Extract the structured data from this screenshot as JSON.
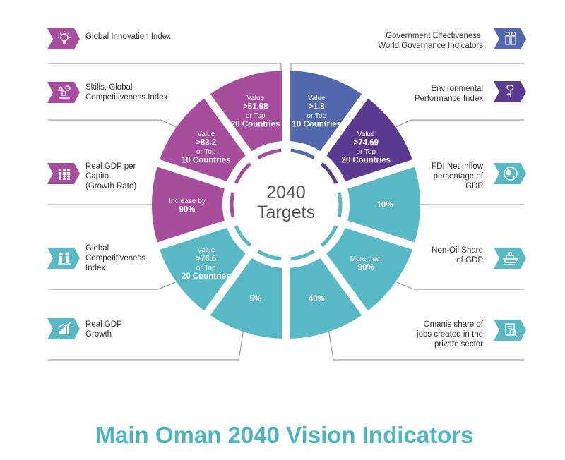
{
  "colors": {
    "teal": "#58b8c4",
    "magenta": "#a74d9d",
    "blue": "#5468ae",
    "purple": "#5b3a8f",
    "label_text": "#333333",
    "title": "#4db5c0",
    "leader": "#8a8a8a"
  },
  "center": {
    "line1": "2040",
    "line2": "Targets"
  },
  "title": "Main Oman 2040 Vision Indicators",
  "segments": [
    {
      "id": "gov-effectiveness",
      "color": "#5468ae",
      "lines": [
        "Value",
        ">1.8",
        "or Top",
        "10 Countries"
      ],
      "bold": [
        false,
        true,
        false,
        true
      ]
    },
    {
      "id": "environmental",
      "color": "#5b3a8f",
      "lines": [
        "Value",
        ">74.69",
        "or Top",
        "20 Countries"
      ],
      "bold": [
        false,
        true,
        false,
        true
      ]
    },
    {
      "id": "fdi",
      "color": "#58b8c4",
      "lines": [
        "10%"
      ],
      "bold": [
        true
      ]
    },
    {
      "id": "non-oil",
      "color": "#58b8c4",
      "lines": [
        "More than",
        "90%"
      ],
      "bold": [
        false,
        true
      ]
    },
    {
      "id": "omanis-jobs",
      "color": "#58b8c4",
      "lines": [
        "40%"
      ],
      "bold": [
        true
      ]
    },
    {
      "id": "real-gdp-growth",
      "color": "#58b8c4",
      "lines": [
        "5%"
      ],
      "bold": [
        true
      ]
    },
    {
      "id": "global-competitiveness",
      "color": "#58b8c4",
      "lines": [
        "Value",
        ">76.6",
        "or Top",
        "20 Countries"
      ],
      "bold": [
        false,
        true,
        false,
        true
      ]
    },
    {
      "id": "real-gdp-per-capita",
      "color": "#a74d9d",
      "lines": [
        "Increase by",
        "90%"
      ],
      "bold": [
        false,
        true
      ]
    },
    {
      "id": "skills",
      "color": "#a74d9d",
      "lines": [
        "Value",
        ">83.2",
        "or Top",
        "10 Countries"
      ],
      "bold": [
        false,
        true,
        false,
        true
      ]
    },
    {
      "id": "innovation",
      "color": "#a74d9d",
      "lines": [
        "Value",
        ">51.98",
        "or Top",
        "20 Countries"
      ],
      "bold": [
        false,
        true,
        false,
        true
      ]
    }
  ],
  "indicators": {
    "left": [
      {
        "lines": [
          "Global Innovation Index"
        ],
        "icon": "lightbulb-icon",
        "color": "#a74d9d"
      },
      {
        "lines": [
          "Skills, Global",
          "Competitiveness Index"
        ],
        "icon": "skills-shapes-icon",
        "color": "#a74d9d"
      },
      {
        "lines": [
          "Real GDP per",
          "Capita",
          "(Growth Rate)"
        ],
        "icon": "people-group-icon",
        "color": "#a74d9d"
      },
      {
        "lines": [
          "Global",
          "Competitiveness",
          "Index"
        ],
        "icon": "competitors-icon",
        "color": "#58b8c4"
      },
      {
        "lines": [
          "Real GDP",
          "Growth"
        ],
        "icon": "growth-chart-icon",
        "color": "#58b8c4"
      }
    ],
    "right": [
      {
        "lines": [
          "Government Effectiveness,",
          "World Governance Indicators"
        ],
        "icon": "officials-icon",
        "color": "#5468ae"
      },
      {
        "lines": [
          "Environmental",
          "Performance Index"
        ],
        "icon": "leaf-hand-icon",
        "color": "#5b3a8f"
      },
      {
        "lines": [
          "FDI Net Inflow",
          "percentage of",
          "GDP"
        ],
        "icon": "globe-icon",
        "color": "#58b8c4"
      },
      {
        "lines": [
          "Non-Oil Share",
          "of GDP"
        ],
        "icon": "ship-icon",
        "color": "#58b8c4"
      },
      {
        "lines": [
          "Omanis share of",
          "jobs created in the",
          "private sector"
        ],
        "icon": "job-document-icon",
        "color": "#58b8c4"
      }
    ]
  }
}
